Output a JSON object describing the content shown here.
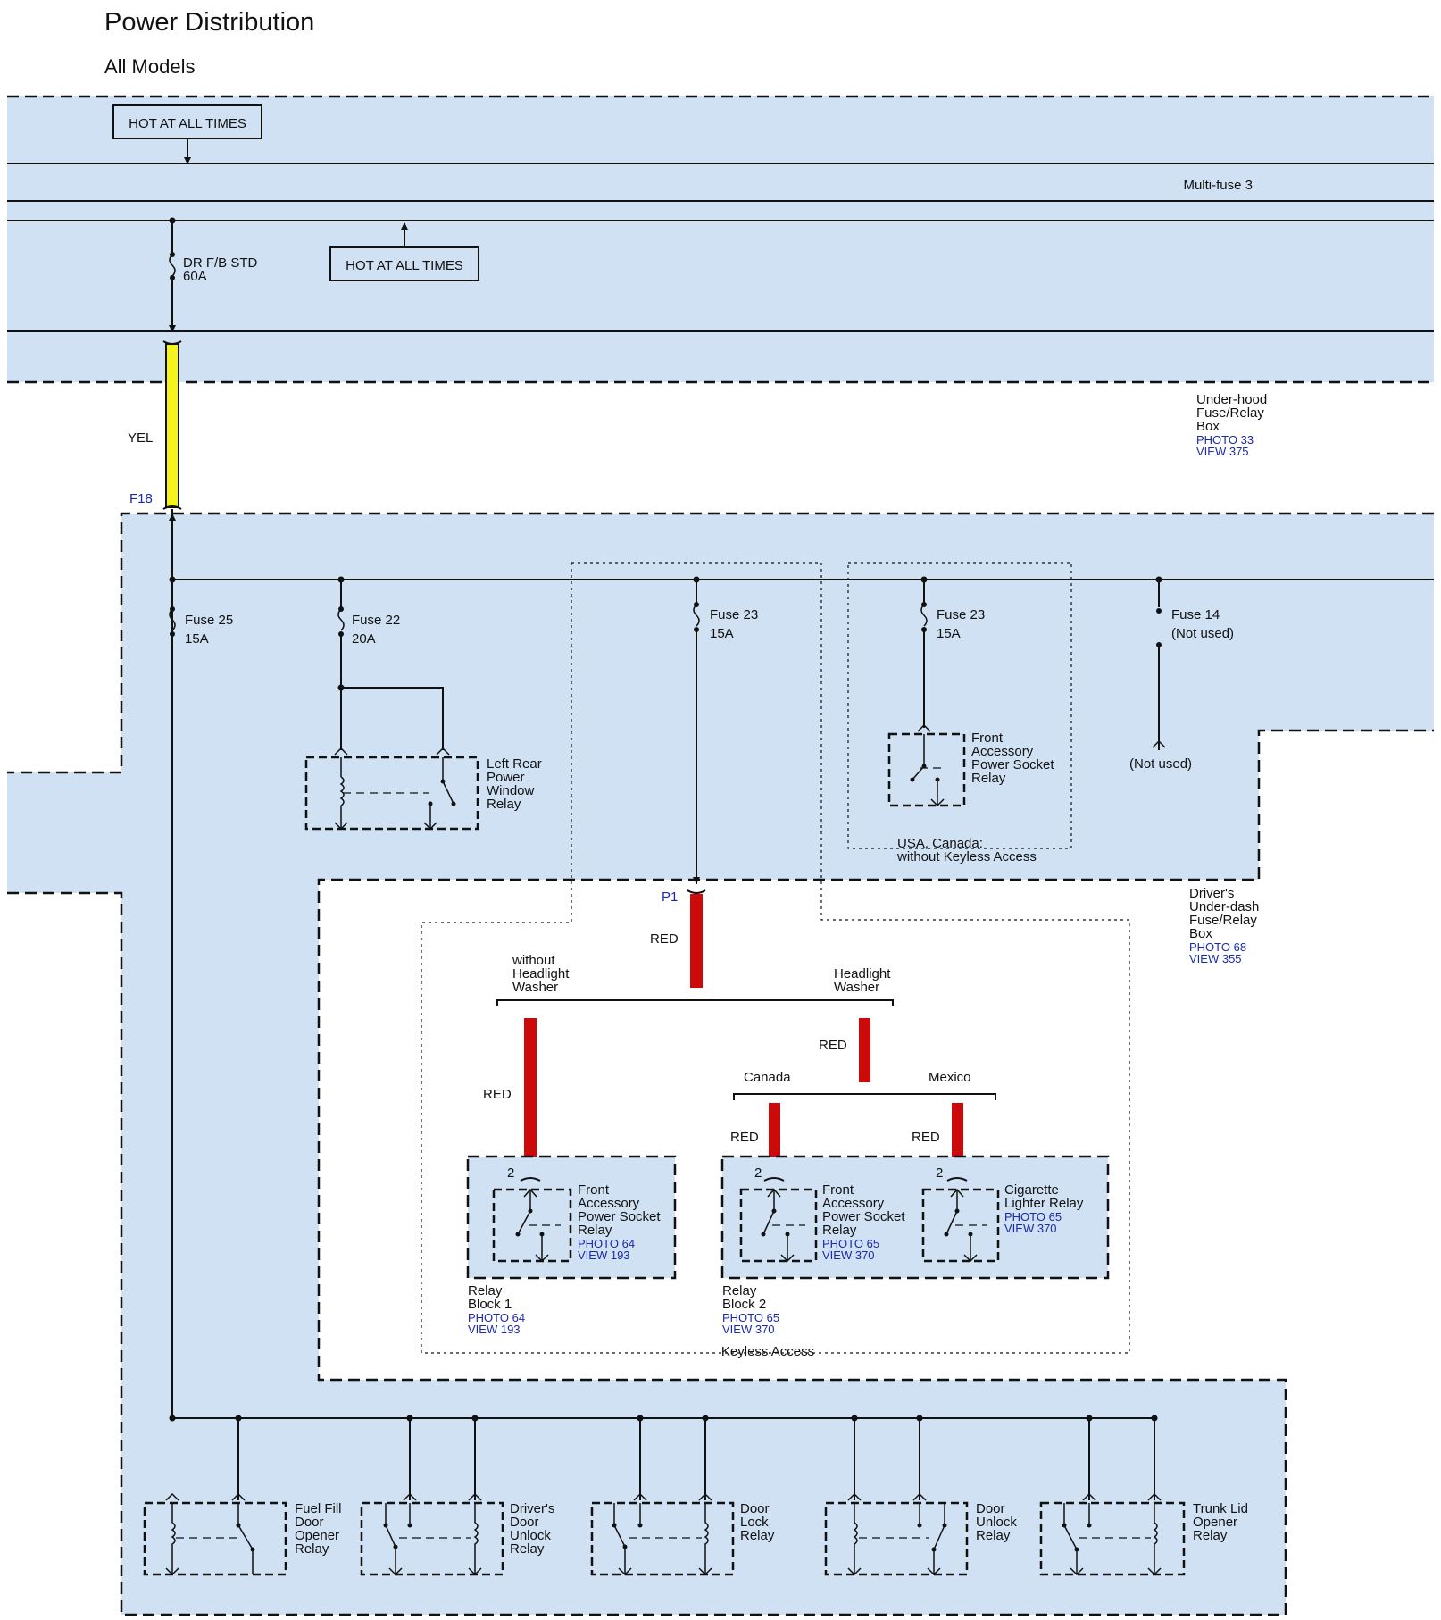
{
  "title": "Power Distribution",
  "subtitle": "All Models",
  "hot_top": "HOT AT ALL TIMES",
  "hot_mid": "HOT AT ALL TIMES",
  "multifuse": "Multi-fuse 3",
  "main_fuse": {
    "name": "DR F/B STD",
    "rating": "60A"
  },
  "wire_yel": "YEL",
  "conn_f18": "F18",
  "conn_p1": "P1",
  "underhood": {
    "label": [
      "Under-hood",
      "Fuse/Relay",
      "Box"
    ],
    "photo": "PHOTO 33",
    "view": "VIEW 375"
  },
  "fuses": {
    "f25": {
      "name": "Fuse 25",
      "rating": "15A"
    },
    "f22": {
      "name": "Fuse 22",
      "rating": "20A"
    },
    "f23a": {
      "name": "Fuse 23",
      "rating": "15A"
    },
    "f23b": {
      "name": "Fuse 23",
      "rating": "15A"
    },
    "f14": {
      "name": "Fuse 14",
      "rating": "(Not used)"
    }
  },
  "left_rear_relay": [
    "Left Rear",
    "Power",
    "Window",
    "Relay"
  ],
  "front_acc_relay_top": [
    "Front",
    "Accessory",
    "Power Socket",
    "Relay"
  ],
  "usa_canada": [
    "USA, Canada:",
    "without Keyless Access"
  ],
  "not_used": "(Not used)",
  "drivers_box": {
    "label": [
      "Driver's",
      "Under-dash",
      "Fuse/Relay",
      "Box"
    ],
    "photo": "PHOTO 68",
    "view": "VIEW 355"
  },
  "red": "RED",
  "without_hw": [
    "without",
    "Headlight",
    "Washer"
  ],
  "hw": [
    "Headlight",
    "Washer"
  ],
  "canada": "Canada",
  "mexico": "Mexico",
  "pin2": "2",
  "relay_block1": {
    "relay": [
      "Front",
      "Accessory",
      "Power Socket",
      "Relay"
    ],
    "relay_photo": "PHOTO 64",
    "relay_view": "VIEW 193",
    "label": [
      "Relay",
      "Block 1"
    ],
    "photo": "PHOTO 64",
    "view": "VIEW 193"
  },
  "relay_block2": {
    "relay1": [
      "Front",
      "Accessory",
      "Power Socket",
      "Relay"
    ],
    "relay1_photo": "PHOTO 65",
    "relay1_view": "VIEW 370",
    "relay2": [
      "Cigarette",
      "Lighter Relay"
    ],
    "relay2_photo": "PHOTO 65",
    "relay2_view": "VIEW 370",
    "label": [
      "Relay",
      "Block 2"
    ],
    "photo": "PHOTO 65",
    "view": "VIEW 370"
  },
  "keyless": "Keyless Access",
  "bottom_relays": [
    [
      "Fuel Fill",
      "Door",
      "Opener",
      "Relay"
    ],
    [
      "Driver's",
      "Door",
      "Unlock",
      "Relay"
    ],
    [
      "Door",
      "Lock",
      "Relay"
    ],
    [
      "Door",
      "Unlock",
      "Relay"
    ],
    [
      "Trunk Lid",
      "Opener",
      "Relay"
    ]
  ],
  "colors": {
    "box_fill": "#cfe1f3",
    "wire_yel": "#f4f41c",
    "wire_red": "#cc0a0a",
    "ref_blue": "#1a2aa8"
  }
}
